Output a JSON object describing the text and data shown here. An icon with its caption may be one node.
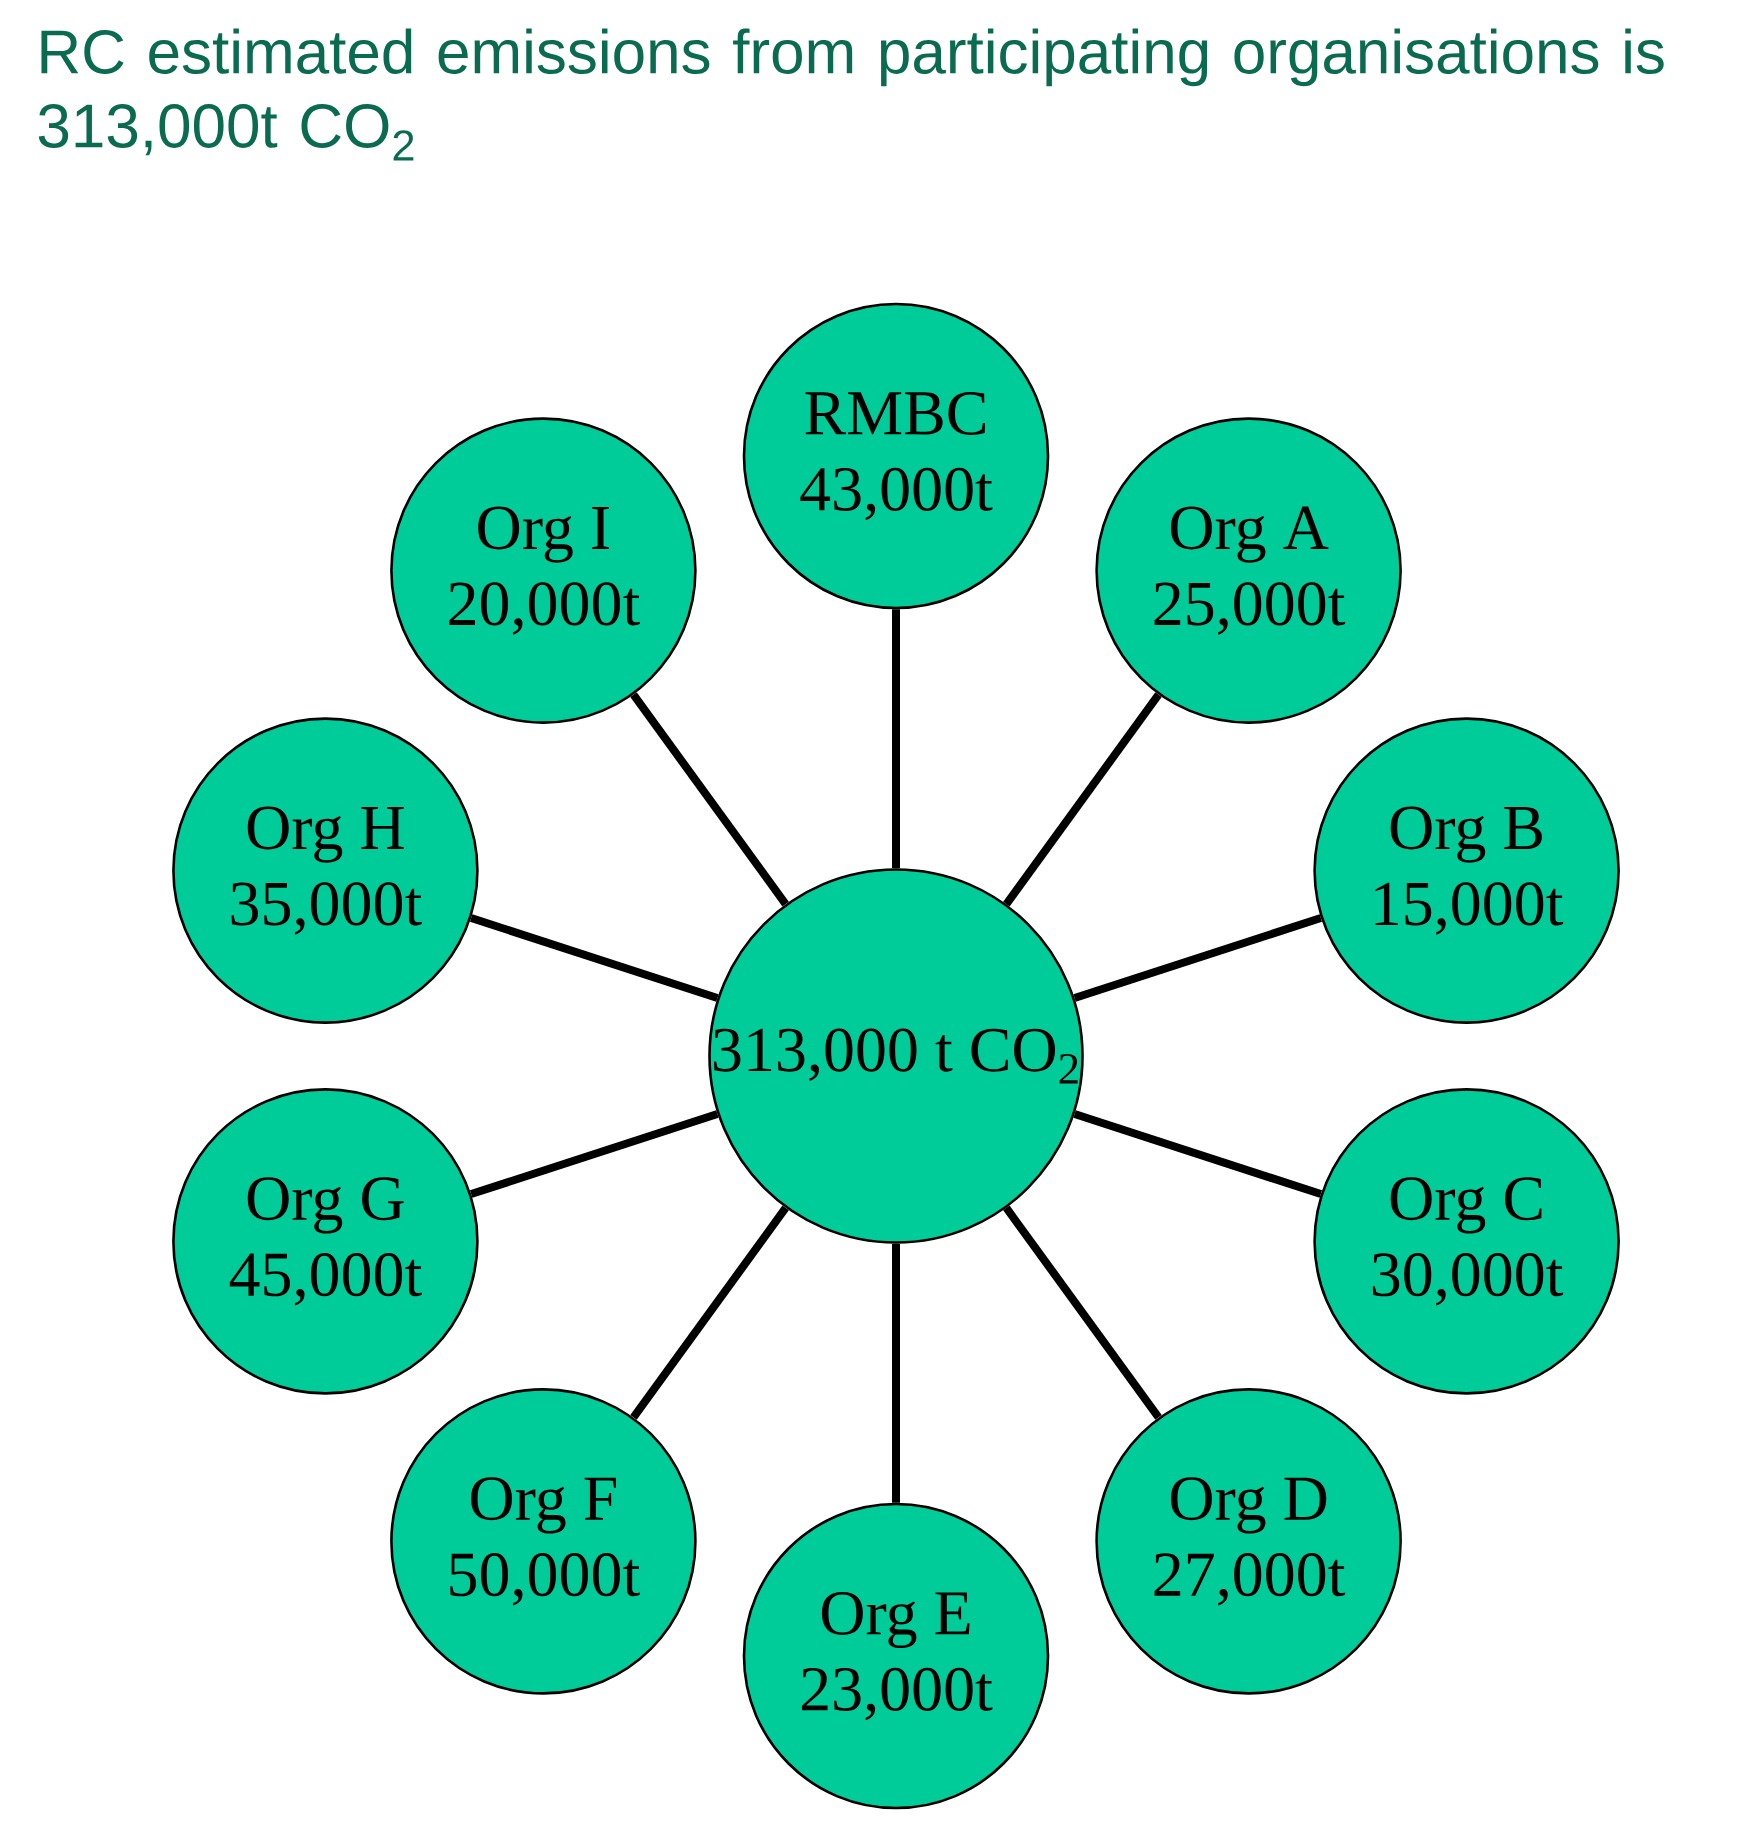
{
  "diagram": {
    "title": "RC estimated emissions from participating organisations is 313,000t CO$_{2}$",
    "nodes": [
      {
        "text": [
          "313,000 t CO$_{2}$"
        ]
      },
      {
        "text": [
          "RMBC",
          "43,000t"
        ]
      },
      {
        "text": [
          "Org A",
          "25,000t"
        ]
      },
      {
        "text": [
          "Org B",
          "15,000t"
        ]
      },
      {
        "text": [
          "Org C",
          "30,000t"
        ]
      },
      {
        "text": [
          "Org D",
          "27,000t"
        ]
      },
      {
        "text": [
          "Org E",
          "23,000t"
        ]
      },
      {
        "text": [
          "Org F",
          "50,000t"
        ]
      },
      {
        "text": [
          "Org G",
          "45,000t"
        ]
      },
      {
        "text": [
          "Org H",
          "35,000t"
        ]
      },
      {
        "text": [
          "Org I",
          "20,000t"
        ]
      }
    ],
    "edges": [
      {
        "from": 0,
        "to": 1,
        "arrow": "none"
      },
      {
        "from": 0,
        "to": 2,
        "arrow": "none"
      },
      {
        "from": 0,
        "to": 3,
        "arrow": "none"
      },
      {
        "from": 0,
        "to": 4,
        "arrow": "none"
      },
      {
        "from": 0,
        "to": 5,
        "arrow": "none"
      },
      {
        "from": 0,
        "to": 6,
        "arrow": "none"
      },
      {
        "from": 0,
        "to": 7,
        "arrow": "none"
      },
      {
        "from": 0,
        "to": 8,
        "arrow": "none"
      },
      {
        "from": 0,
        "to": 9,
        "arrow": "none"
      },
      {
        "from": 0,
        "to": 10,
        "arrow": "none"
      }
    ]
  }
}
